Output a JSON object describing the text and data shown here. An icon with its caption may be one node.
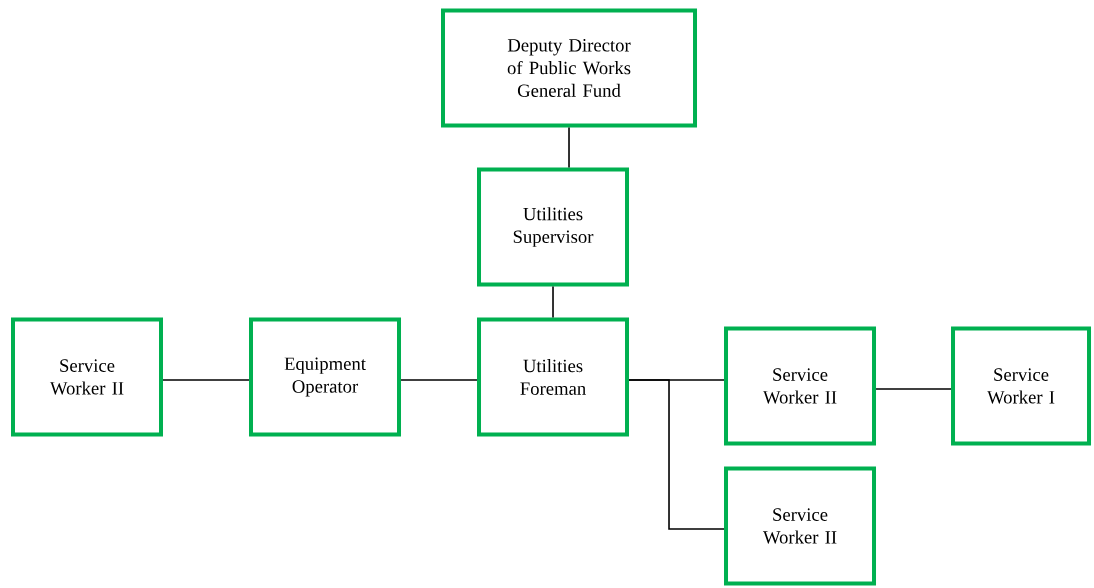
{
  "diagram": {
    "nodes": [
      {
        "text": [
          "Deputy Director of Public Works General Fund"
        ]
      },
      {
        "text": [
          "Utilities Supervisor"
        ]
      },
      {
        "text": [
          "Service Worker II"
        ]
      },
      {
        "text": [
          "Equipment Operator"
        ]
      },
      {
        "text": [
          "Utilities Foreman"
        ]
      },
      {
        "text": [
          "Service Worker II"
        ]
      },
      {
        "text": [
          "Service Worker I"
        ]
      },
      {
        "text": [
          "Service Worker II"
        ]
      }
    ],
    "edges": [
      {
        "from": 0,
        "to": 1,
        "arrow": "none"
      },
      {
        "from": 1,
        "to": 4,
        "arrow": "none"
      },
      {
        "from": 2,
        "to": 3,
        "arrow": "none"
      },
      {
        "from": 3,
        "to": 4,
        "arrow": "none"
      },
      {
        "from": 4,
        "to": 5,
        "arrow": "none"
      },
      {
        "from": 4,
        "to": 7,
        "arrow": "none"
      },
      {
        "from": 5,
        "to": 6,
        "arrow": "none"
      }
    ]
  }
}
